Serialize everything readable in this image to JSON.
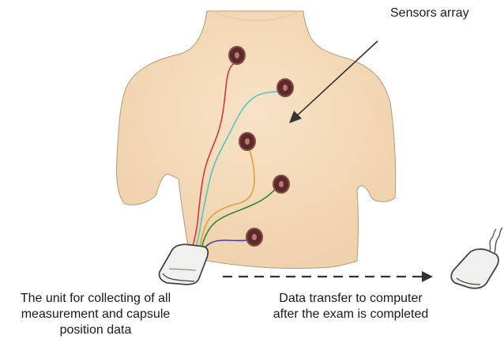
{
  "labels": {
    "sensors_array": "Sensors array",
    "collection_unit": [
      "The unit for collecting of all",
      "measurement and capsule",
      "position data"
    ],
    "data_transfer": [
      "Data transfer to computer",
      "after the exam is completed"
    ]
  },
  "colors": {
    "skin": "#f5dcbc",
    "skin_shadow": "#ead0ad",
    "outline": "#a88a6a",
    "sensor": "#5b2b2b",
    "sensor_ring": "#8a4a42",
    "device_body": "#f0f0ee",
    "device_edge": "#444444",
    "arrow": "#333333",
    "wires": [
      "#d23a3a",
      "#4fc7c2",
      "#d9a23c",
      "#2f8a2f",
      "#4b3fa0"
    ]
  },
  "icons": {
    "sensor": "sensor-pad-icon",
    "device": "recorder-device-icon",
    "transfer_arrow": "dashed-arrow-icon",
    "pointer_arrow": "pointer-arrow-icon",
    "wireless": "wireless-signal-icon"
  }
}
